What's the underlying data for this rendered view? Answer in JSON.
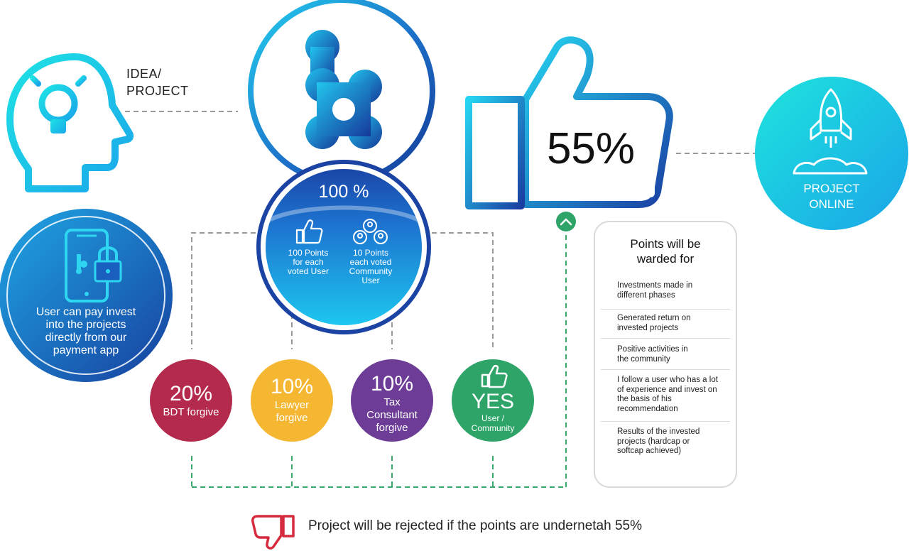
{
  "idea": {
    "label_line1": "IDEA/",
    "label_line2": "PROJECT"
  },
  "thumb": {
    "percent": "55%"
  },
  "online": {
    "line1": "PROJECT",
    "line2": "ONLINE"
  },
  "app": {
    "text": "User can pay invest into the projects directly from our payment app"
  },
  "vote": {
    "percent": "100 %",
    "user_points": {
      "l1": "100 Points",
      "l2": "for each",
      "l3": "voted User"
    },
    "community_points": {
      "l1": "10 Points",
      "l2": "each voted",
      "l3": "Community",
      "l4": "User"
    }
  },
  "fees": {
    "bdt": {
      "value": "20%",
      "label": "BDT forgive"
    },
    "lawyer": {
      "value": "10%",
      "label1": "Lawyer",
      "label2": "forgive"
    },
    "tax": {
      "value": "10%",
      "label1": "Tax",
      "label2": "Consultant",
      "label3": "forgive"
    },
    "yes": {
      "value": "YES",
      "label1": "User /",
      "label2": "Community"
    }
  },
  "points_box": {
    "title1": "Points will be",
    "title2": "warded for",
    "items": [
      {
        "l1": "Investments made in",
        "l2": "different phases"
      },
      {
        "l1": "Generated return on",
        "l2": "invested projects"
      },
      {
        "l1": "Positive activities in",
        "l2": "the community"
      },
      {
        "l1": "I follow a user who has a lot",
        "l2": "of experience and invest on",
        "l3": "the basis of his",
        "l4": "recommendation"
      },
      {
        "l1": "Results of the invested",
        "l2": "projects (hardcap or",
        "l3": "softcap achieved)"
      }
    ]
  },
  "rejected": {
    "text": "Project will be rejected if the points are undernetah 55%"
  },
  "colors": {
    "cyan": "#1ec8ee",
    "blue": "#123f9f",
    "red": "#b42a4c",
    "yellow": "#f5b632",
    "purple": "#6c3c96",
    "green": "#2fa468",
    "reject": "#d62a3e"
  }
}
